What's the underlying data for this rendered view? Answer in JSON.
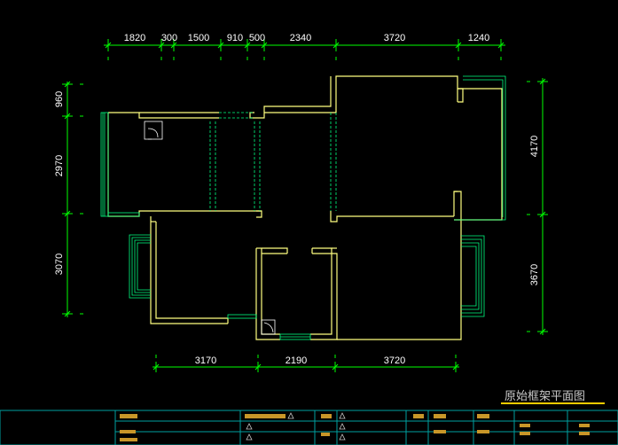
{
  "drawing": {
    "title": "原始框架平面图",
    "top_dimensions": [
      "1820",
      "300",
      "1500",
      "910",
      "500",
      "2340",
      "3720",
      "1240"
    ],
    "bottom_dimensions": [
      "3170",
      "2190",
      "3720"
    ],
    "left_dimensions": [
      "960",
      "2970",
      "3070"
    ],
    "right_dimensions": [
      "4170",
      "3670"
    ]
  },
  "colors": {
    "background": "#000000",
    "walls": "#ffff80",
    "dimensions": "#00ff00",
    "window_lines": "#00ffff",
    "title_block": "#00a0a0",
    "title_fill": "#c89628",
    "text": "#ffffff"
  }
}
